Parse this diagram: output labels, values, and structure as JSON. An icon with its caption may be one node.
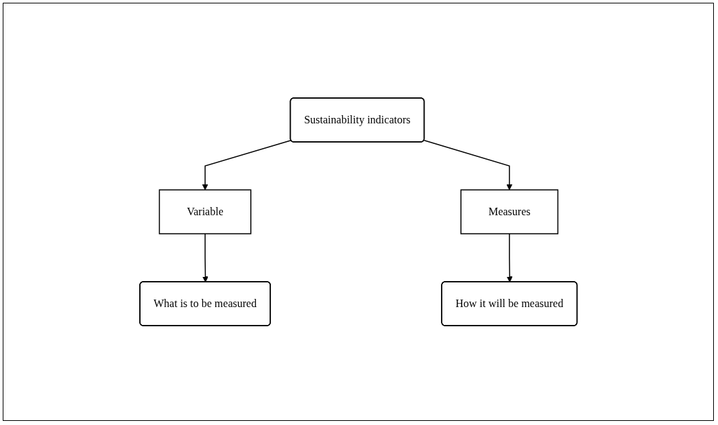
{
  "diagram": {
    "nodes": [
      {
        "text": [
          "Sustainability indicators"
        ]
      },
      {
        "text": [
          "Variable"
        ]
      },
      {
        "text": [
          "Measures"
        ]
      },
      {
        "text": [
          "What is to be measured"
        ]
      },
      {
        "text": [
          "How it will be measured"
        ]
      }
    ],
    "edges": [
      {
        "from": 0,
        "to": 1,
        "arrow": "to"
      },
      {
        "from": 0,
        "to": 2,
        "arrow": "to"
      },
      {
        "from": 1,
        "to": 3,
        "arrow": "to"
      },
      {
        "from": 2,
        "to": 4,
        "arrow": "to"
      }
    ]
  }
}
